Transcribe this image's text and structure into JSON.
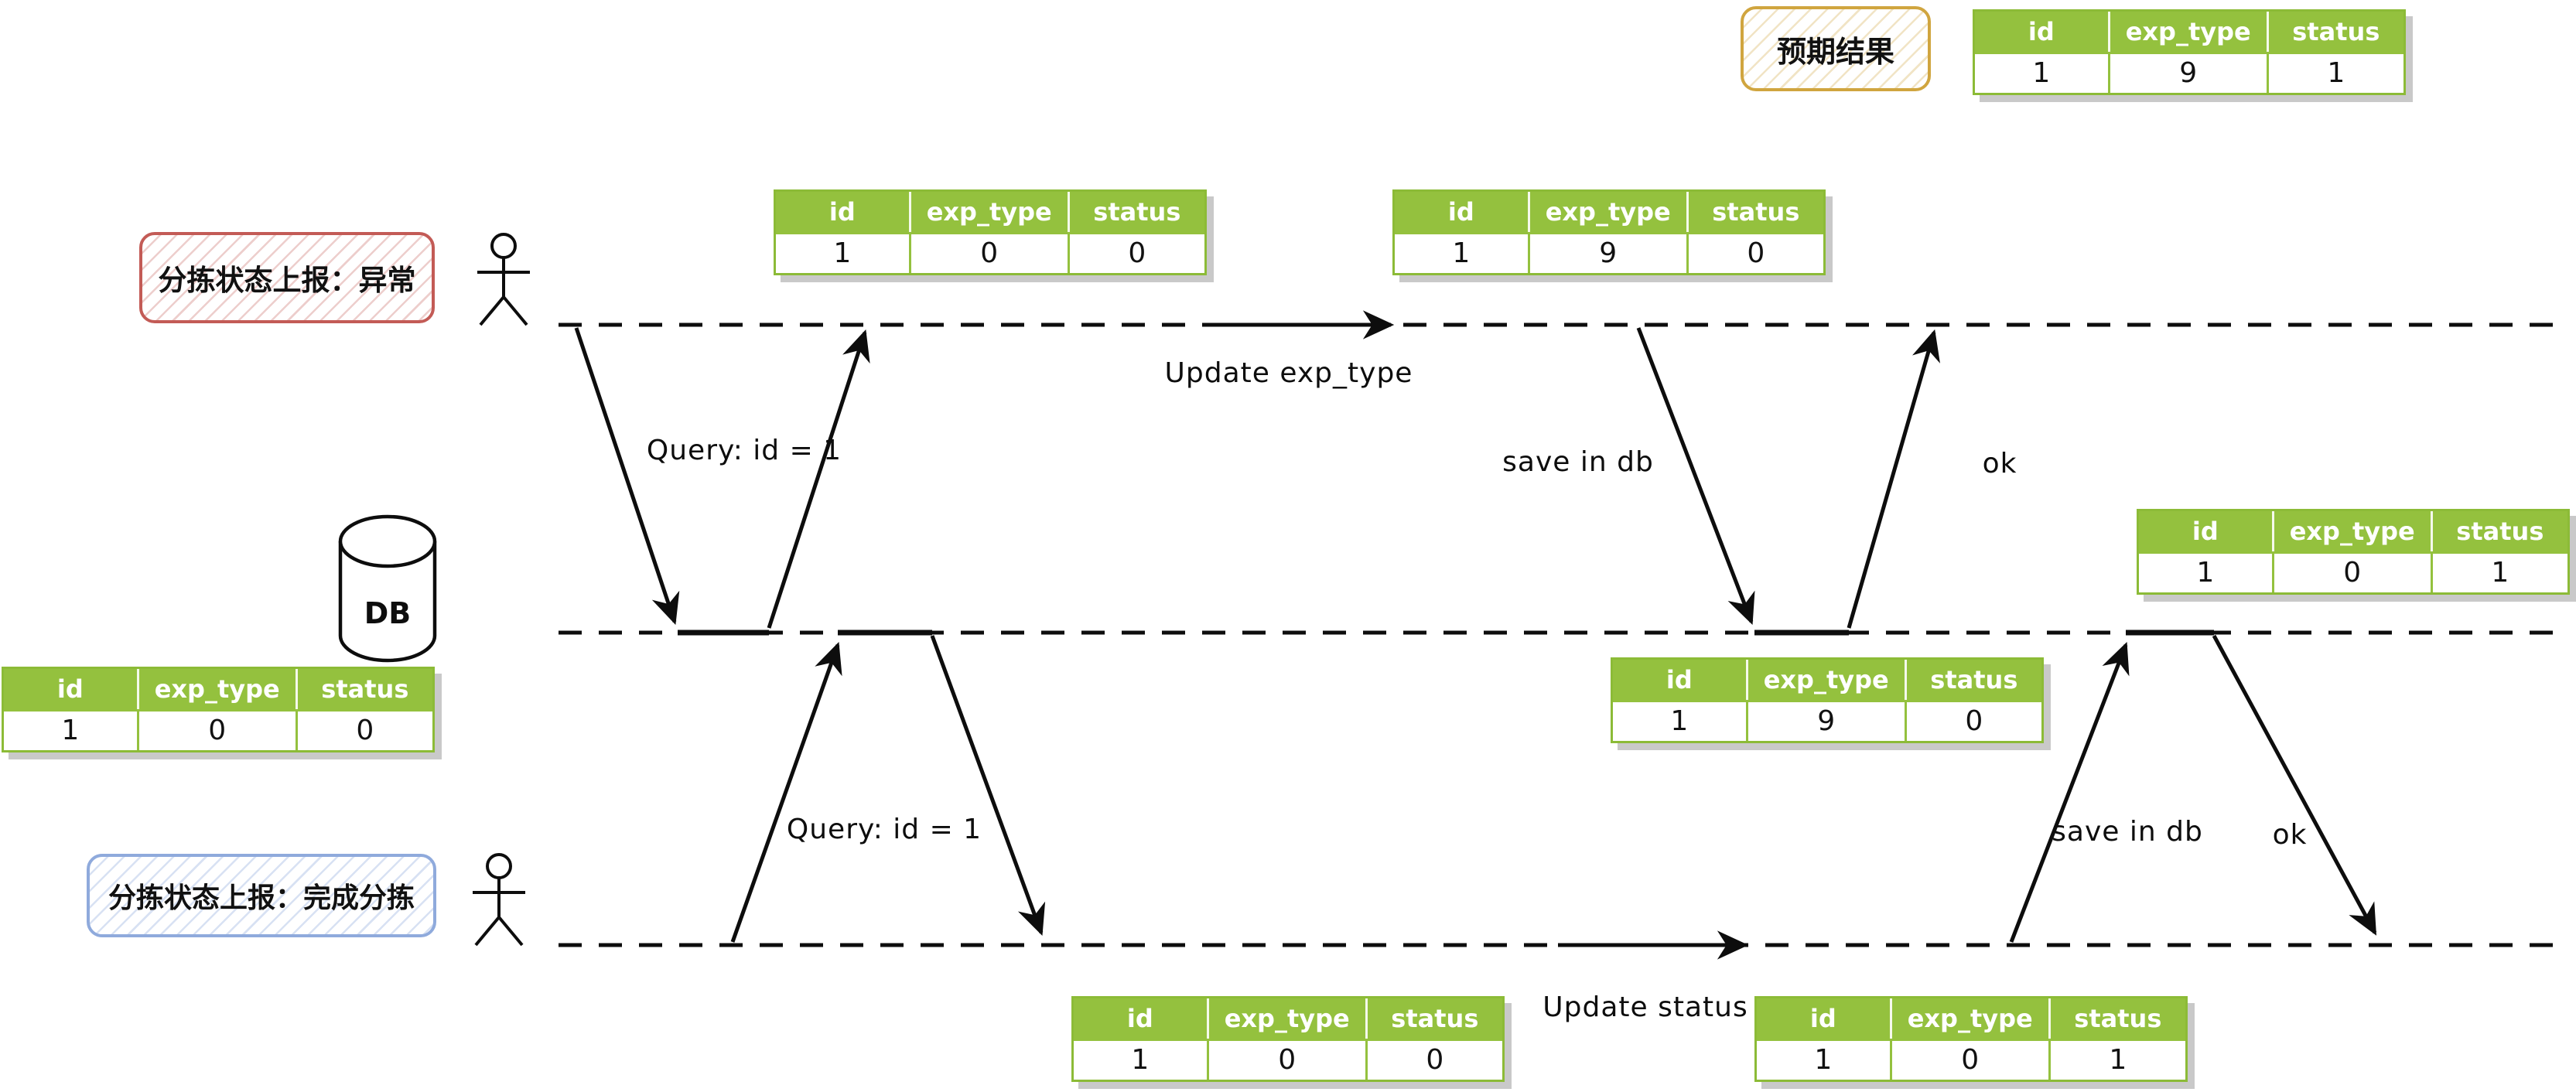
{
  "diagram": {
    "title_hint": "DB race-condition sequence diagram",
    "expected_box_label": "预期结果",
    "actor_top_label": "分拣状态上报：异常",
    "actor_bottom_label": "分拣状态上报：完成分拣",
    "db_label": "DB"
  },
  "messages": {
    "query_top": "Query: id = 1",
    "update_exp_type": "Update exp_type",
    "save_in_db_top": "save in db",
    "ok_top": "ok",
    "query_bottom": "Query: id = 1",
    "update_status": "Update status",
    "save_in_db_bottom": "save in db",
    "ok_bottom": "ok"
  },
  "tables": {
    "headers": [
      "id",
      "exp_type",
      "status"
    ],
    "expected": [
      "1",
      "9",
      "1"
    ],
    "top_query_result": [
      "1",
      "0",
      "0"
    ],
    "top_after_update": [
      "1",
      "9",
      "0"
    ],
    "db_initial": [
      "1",
      "0",
      "0"
    ],
    "db_after_save_exp": [
      "1",
      "9",
      "0"
    ],
    "db_after_save_status": [
      "1",
      "0",
      "1"
    ],
    "bottom_query_result": [
      "1",
      "0",
      "0"
    ],
    "bottom_after_update": [
      "1",
      "0",
      "1"
    ]
  },
  "colors": {
    "table_header_green": "#94c13e",
    "table_border_green": "#8cbb37",
    "table_shadow_gray": "#c9c9c9",
    "actor_top_border_red": "#c35b56",
    "actor_bottom_border_blue": "#8faadc",
    "expected_border_yellow": "#d0a53f",
    "line_black": "#0d0d0d"
  }
}
